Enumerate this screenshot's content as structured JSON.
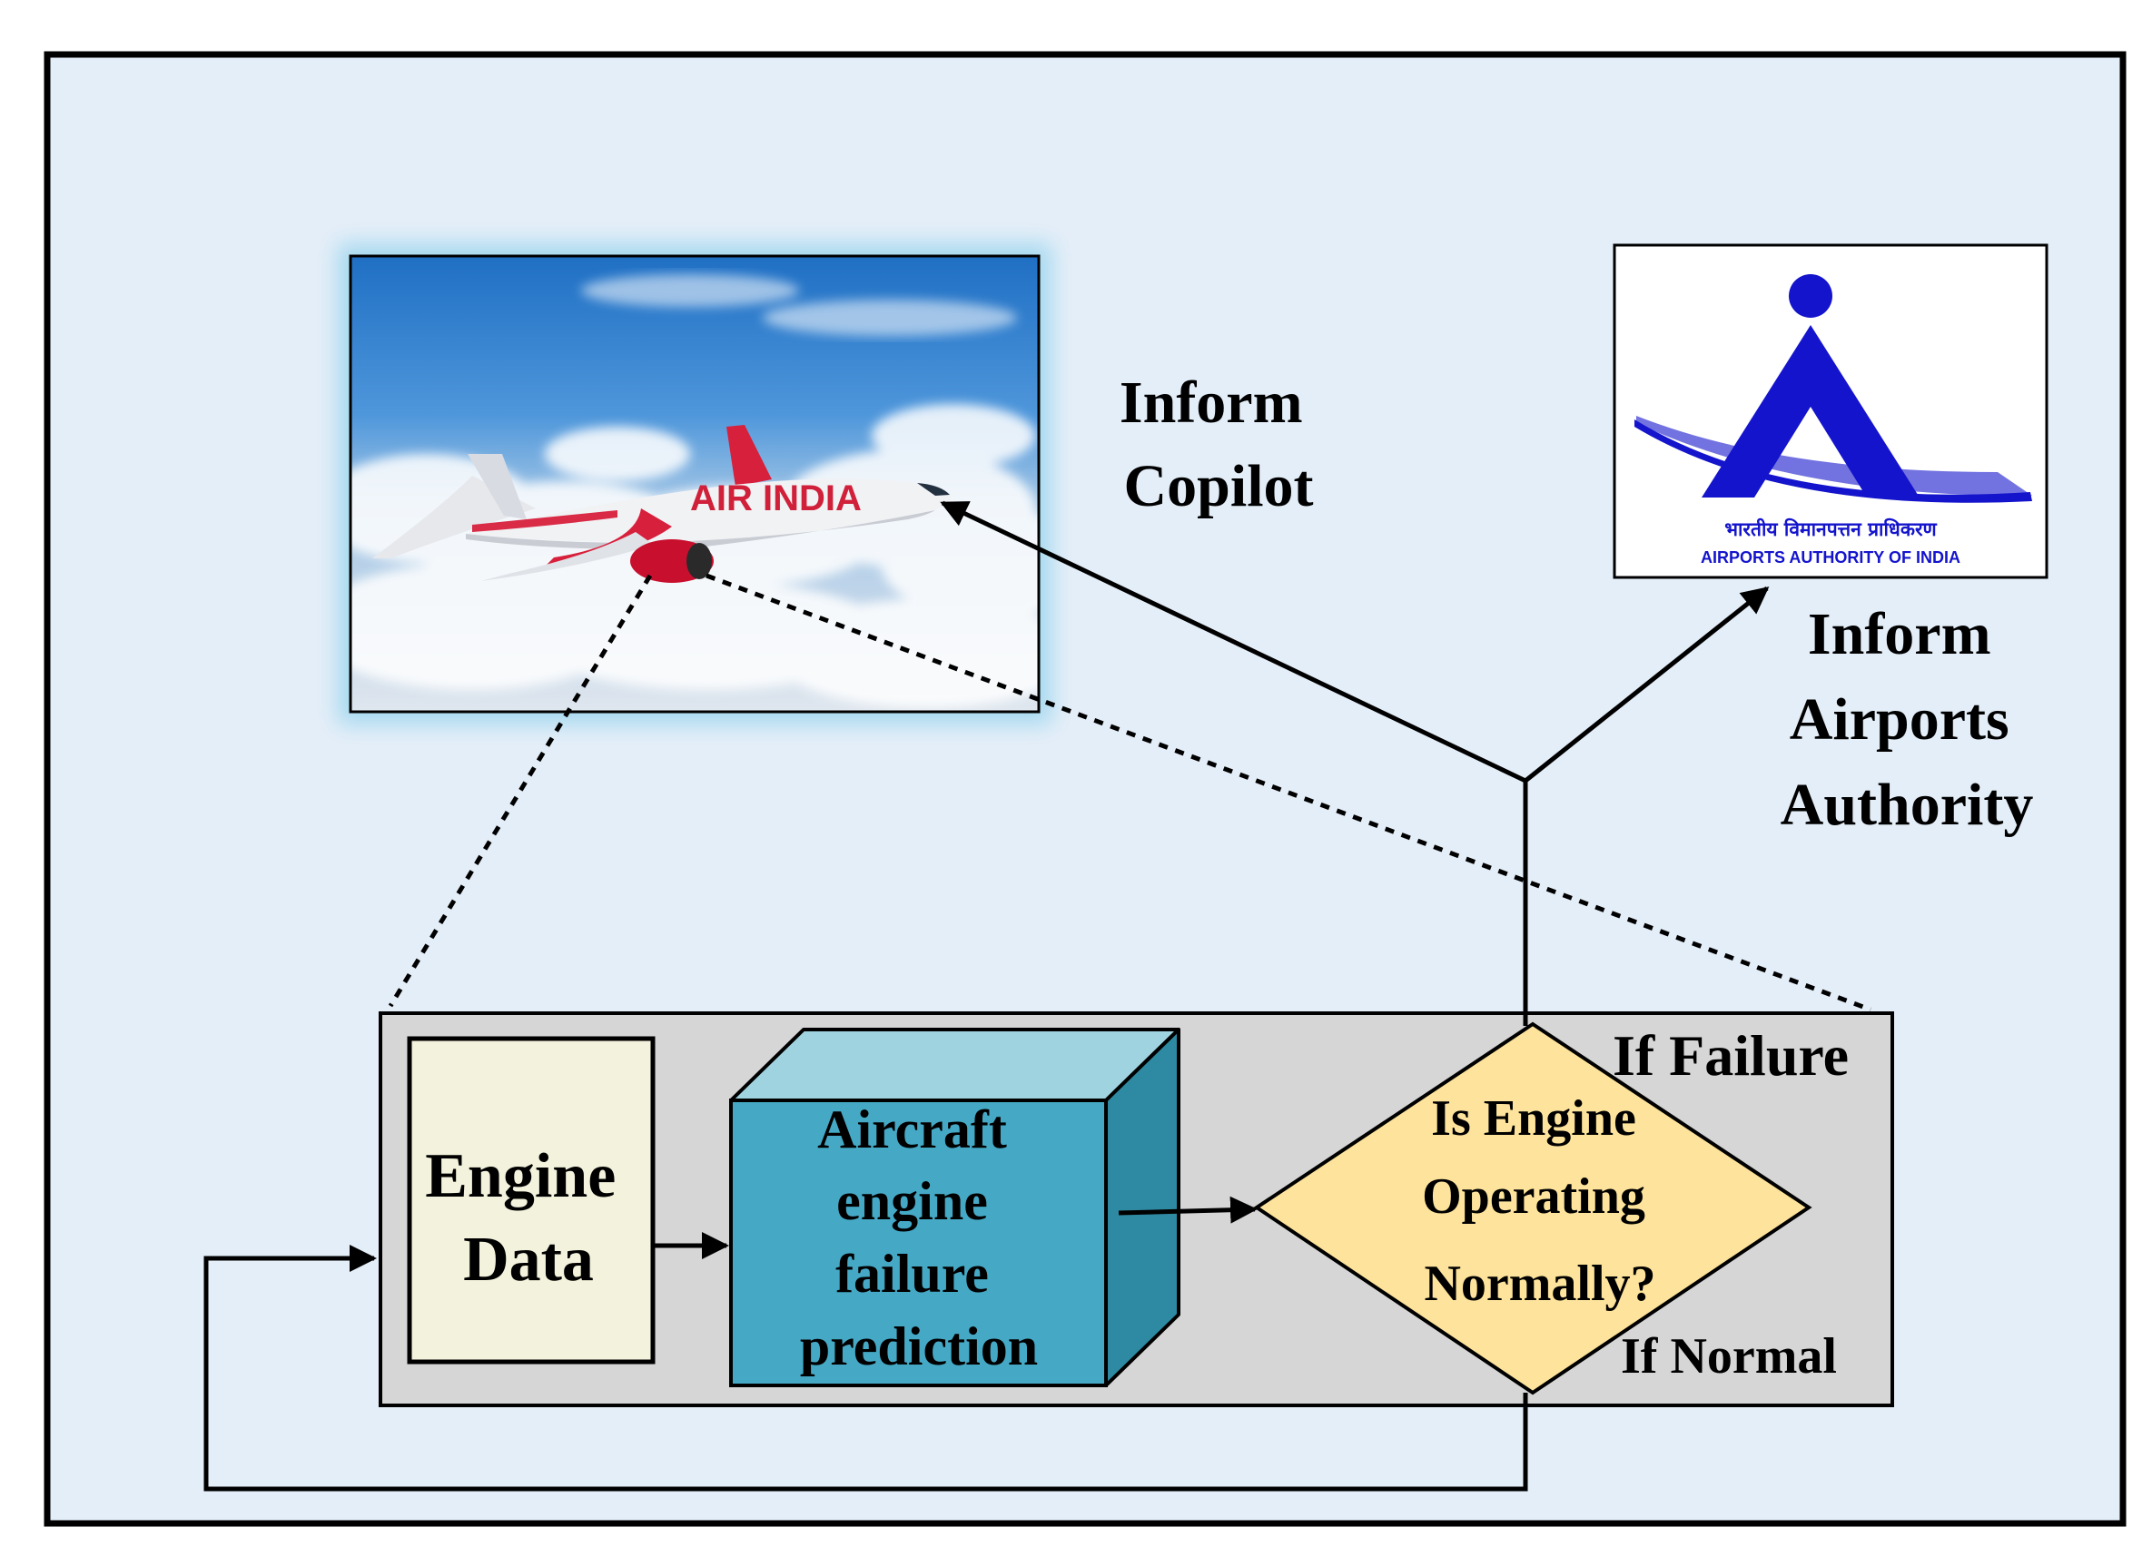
{
  "labels": {
    "inform_copilot": [
      "Inform",
      "Copilot"
    ],
    "inform_airports": [
      "Inform",
      "Airports",
      "Authority"
    ],
    "engine_data": [
      "Engine",
      "Data"
    ],
    "prediction": [
      "Aircraft",
      "engine",
      "failure",
      "prediction"
    ],
    "decision": [
      "Is Engine",
      "Operating",
      "Normally?"
    ],
    "if_failure": "If Failure",
    "if_normal": "If Normal"
  },
  "photo": {
    "livery_text": "AIR INDIA"
  },
  "logo": {
    "hindi_name": "भारतीय विमानपत्तन प्राधिकरण",
    "english_name": "AIRPORTS AUTHORITY OF INDIA"
  },
  "colors": {
    "background": "#e4eef8",
    "process_panel": "#d6d6d6",
    "engine_data_box": "#f3f2dc",
    "cube_front": "#45a9c6",
    "cube_top": "#9fd3e0",
    "cube_side": "#2e8aa2",
    "decision_fill": "#fde39b",
    "logo_blue": "#1414cc",
    "livery_red": "#d0203a"
  }
}
